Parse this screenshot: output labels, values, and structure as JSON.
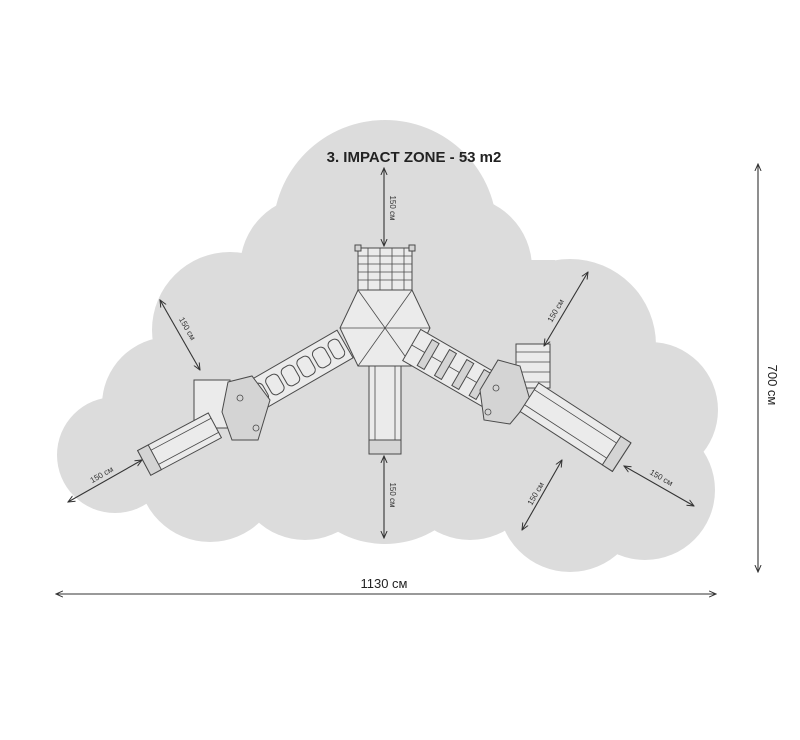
{
  "title": "3. IMPACT ZONE - 53 m2",
  "dimensions": {
    "total_width": "1130 см",
    "total_height": "700 см",
    "clearance_top": "150 см",
    "clearance_bottom": "150 см",
    "clearance_upper_left": "150 см",
    "clearance_left": "150 см",
    "clearance_upper_right": "150 см",
    "clearance_lower_right": "150 см",
    "clearance_right": "150 см"
  },
  "colors": {
    "impact_zone": "#dcdcdc",
    "equipment_line": "#4a4a4a",
    "dimension_line": "#333333"
  }
}
